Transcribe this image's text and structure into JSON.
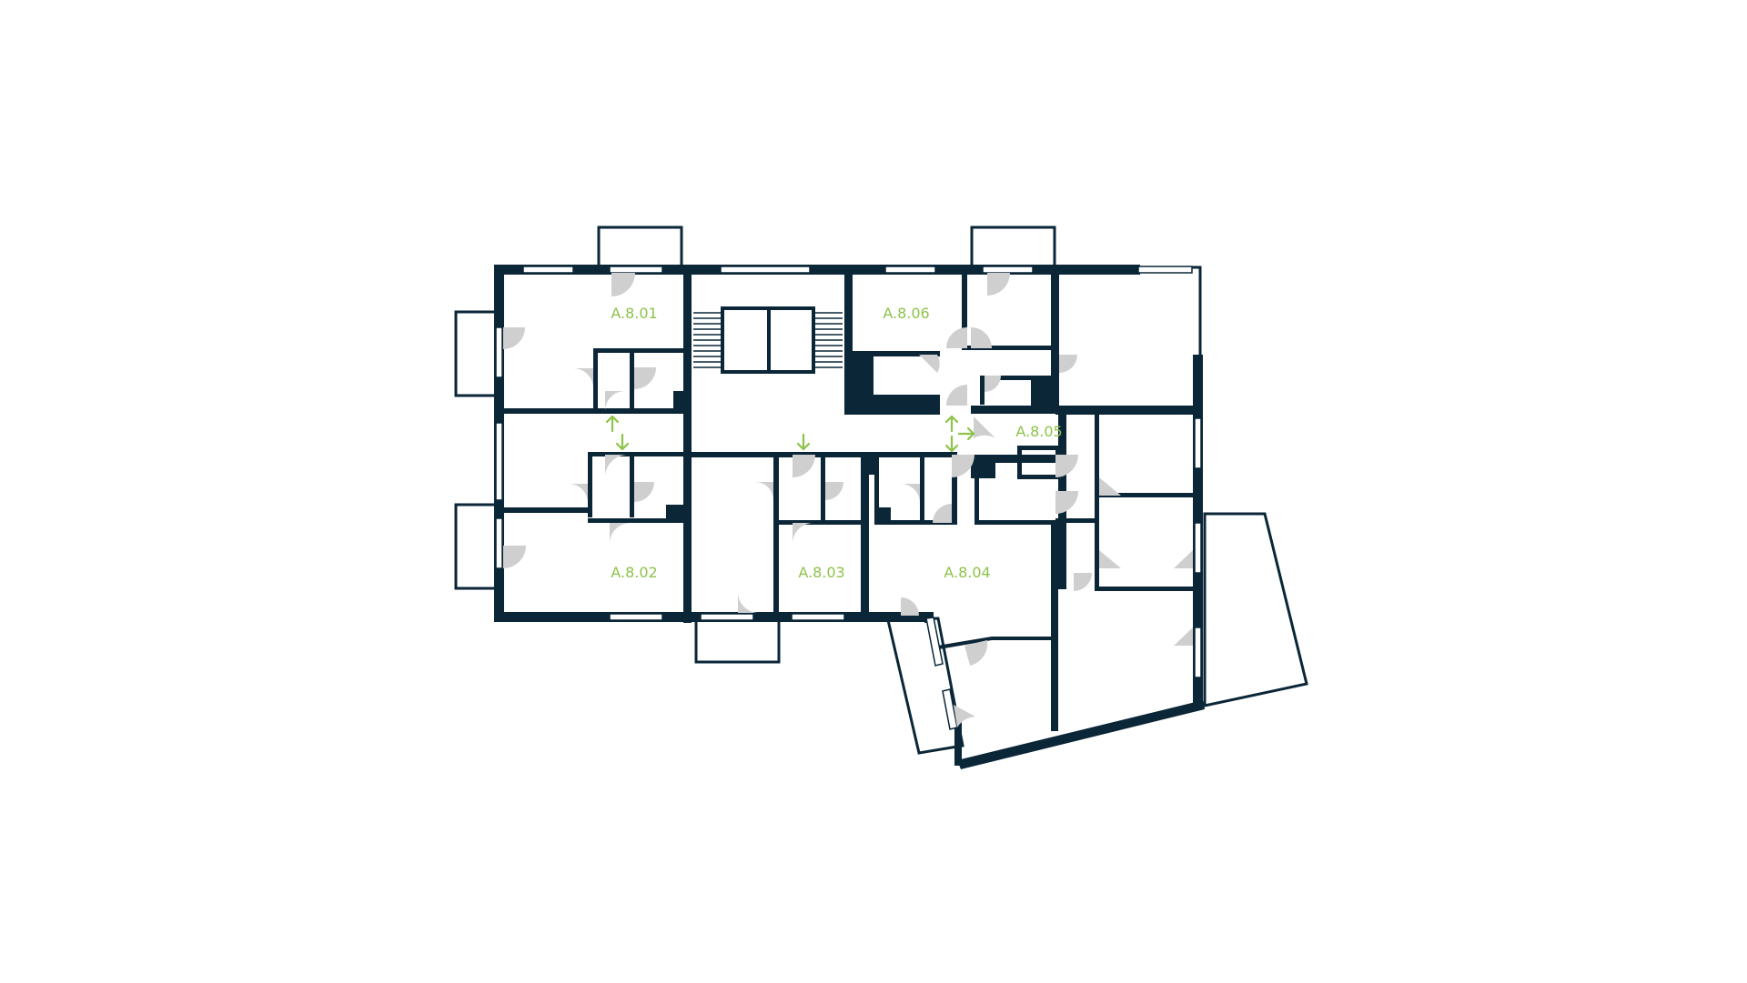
{
  "floor_plan": {
    "colors": {
      "wall": "#0a2637",
      "label": "#8dc34a",
      "door_swing": "#cfcfcf",
      "background": "#ffffff"
    },
    "apartments": [
      {
        "id": "A.8.01",
        "label": "A.8.01"
      },
      {
        "id": "A.8.02",
        "label": "A.8.02"
      },
      {
        "id": "A.8.03",
        "label": "A.8.03"
      },
      {
        "id": "A.8.04",
        "label": "A.8.04"
      },
      {
        "id": "A.8.05",
        "label": "A.8.05"
      },
      {
        "id": "A.8.06",
        "label": "A.8.06"
      }
    ],
    "entrance_arrows": [
      {
        "apartment": "A.8.01",
        "icon": "entry-arrow-icon"
      },
      {
        "apartment": "A.8.02",
        "icon": "entry-arrow-icon"
      },
      {
        "apartment": "A.8.03",
        "icon": "entry-arrow-icon"
      },
      {
        "apartment": "A.8.06",
        "icon": "entry-arrow-icon"
      },
      {
        "apartment": "A.8.05",
        "icon": "entry-arrow-icon"
      },
      {
        "apartment": "A.8.04",
        "icon": "entry-arrow-icon"
      }
    ]
  }
}
